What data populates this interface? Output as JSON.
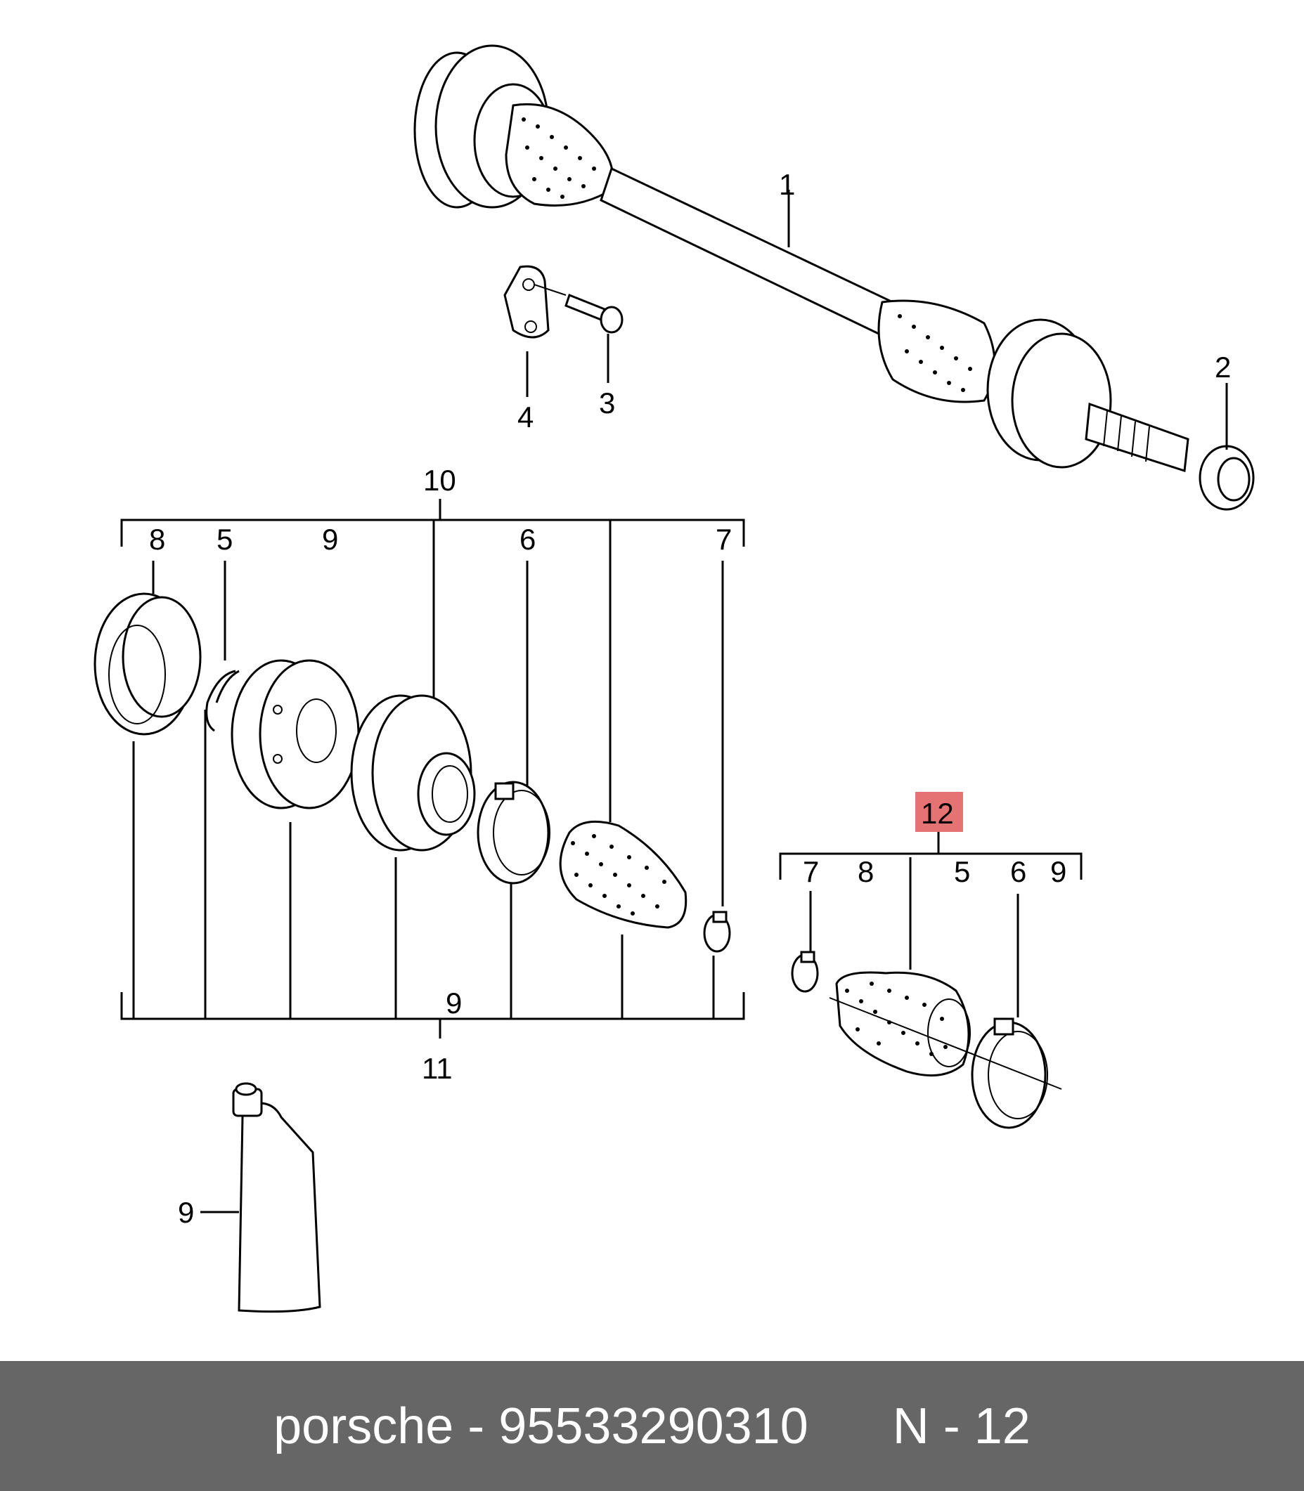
{
  "callouts": {
    "c1": "1",
    "c2": "2",
    "c3": "3",
    "c4": "4",
    "c10": "10",
    "g10_8": "8",
    "g10_5": "5",
    "g10_9": "9",
    "g10_6": "6",
    "g10_7": "7",
    "g11_9": "9",
    "c11": "11",
    "c12": "12",
    "g12_7": "7",
    "g12_8": "8",
    "g12_5": "5",
    "g12_6": "6",
    "g12_9": "9",
    "c9_tube": "9"
  },
  "highlight": {
    "callout": "12",
    "color": "#e57373"
  },
  "footer": {
    "brand": "porsche",
    "separator": " - ",
    "part_number": "95533290310",
    "gap": "      ",
    "page_ref": "N - 12"
  }
}
